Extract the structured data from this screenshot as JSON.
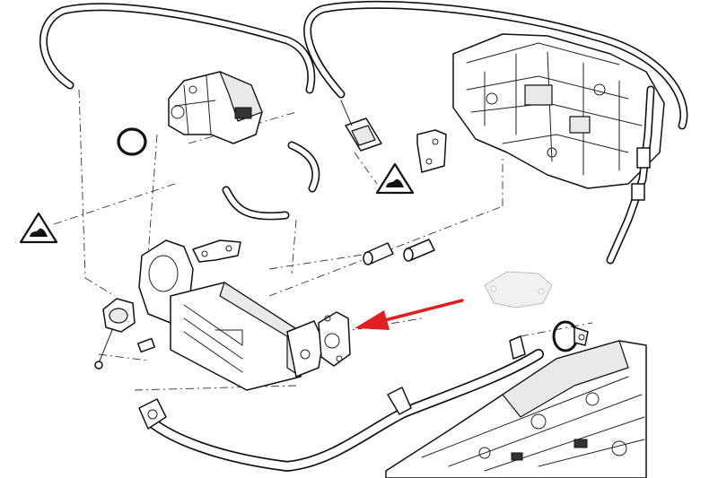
{
  "diagram": {
    "parts": [
      {
        "name": "egr-valve"
      },
      {
        "name": "o-ring-seal"
      },
      {
        "name": "egr-cooler"
      },
      {
        "name": "vacuum-actuator"
      },
      {
        "name": "egr-pipe"
      },
      {
        "name": "gasket-indicated"
      },
      {
        "name": "blanking-plate"
      },
      {
        "name": "pipe-clamp"
      },
      {
        "name": "coolant-hose-upper"
      },
      {
        "name": "coolant-hose-lower"
      },
      {
        "name": "hose-connector-a"
      },
      {
        "name": "hose-connector-b"
      },
      {
        "name": "mounting-bracket"
      },
      {
        "name": "sensor-connector"
      },
      {
        "name": "engine-block"
      },
      {
        "name": "intake-manifold"
      },
      {
        "name": "vacuum-line"
      }
    ],
    "warning_symbols": 2,
    "arrow": {
      "color": "#e02020",
      "points_to": "gasket-indicated"
    },
    "blanking_plate_color": "#f1f1f1"
  }
}
